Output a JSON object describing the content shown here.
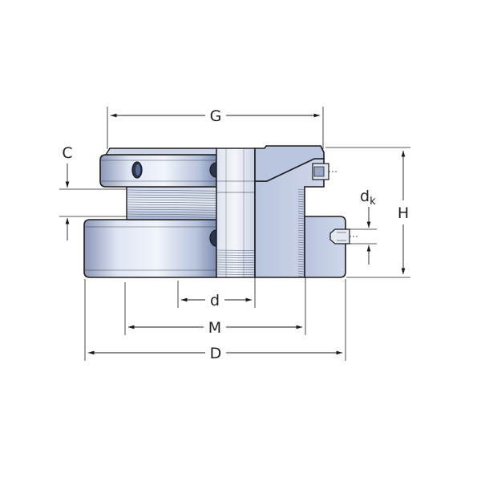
{
  "diagram": {
    "labels": {
      "G": "G",
      "C": "C",
      "dk_main": "d",
      "dk_sub": "k",
      "H": "H",
      "d": "d",
      "M": "M",
      "D": "D"
    },
    "colors": {
      "body_light": "#dfe6f3",
      "body_mid": "#b7c3dc",
      "body_dark": "#7e8db0",
      "section_fill": "#c6d0e6",
      "section_edge": "#9aa8c8",
      "bore_fill": "#e9edf6",
      "line": "#1b1b1b"
    }
  }
}
